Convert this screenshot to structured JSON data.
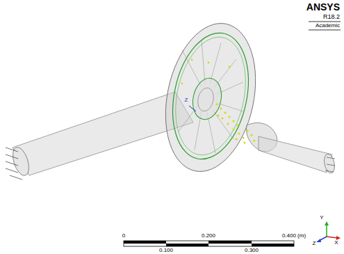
{
  "diagram": {
    "labels": [
      "ANSYS",
      "R18.2",
      "Academic",
      "Z",
      "0",
      "0.200",
      "0.400 (m)",
      "0.100",
      "0.300",
      "Y",
      "Z",
      "X"
    ]
  }
}
